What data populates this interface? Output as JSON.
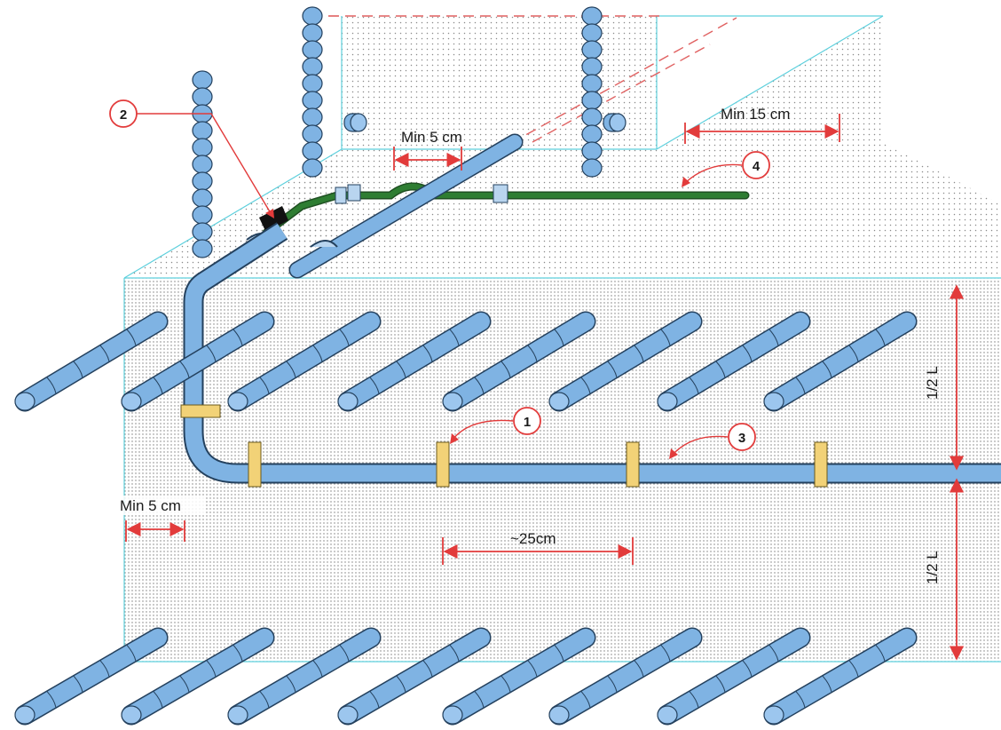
{
  "colors": {
    "rebar": "#7fb3e3",
    "rebar_outline": "#24415e",
    "pipe": "#7fb3e3",
    "cable": "#2e7d32",
    "clip": "#f2d277",
    "dimension": "#e23b3b",
    "edge_guide": "#5ed0dd",
    "concrete_dots": "#8a8a8a"
  },
  "dimensions": {
    "top_spacing": "Min 5 cm",
    "back_offset": "Min 15 cm",
    "side_offset": "Min 5 cm",
    "clip_spacing": "~25cm",
    "half_upper": "1/2 L",
    "half_lower": "1/2 L"
  },
  "callouts": [
    {
      "number": "1"
    },
    {
      "number": "2"
    },
    {
      "number": "3"
    },
    {
      "number": "4"
    }
  ]
}
